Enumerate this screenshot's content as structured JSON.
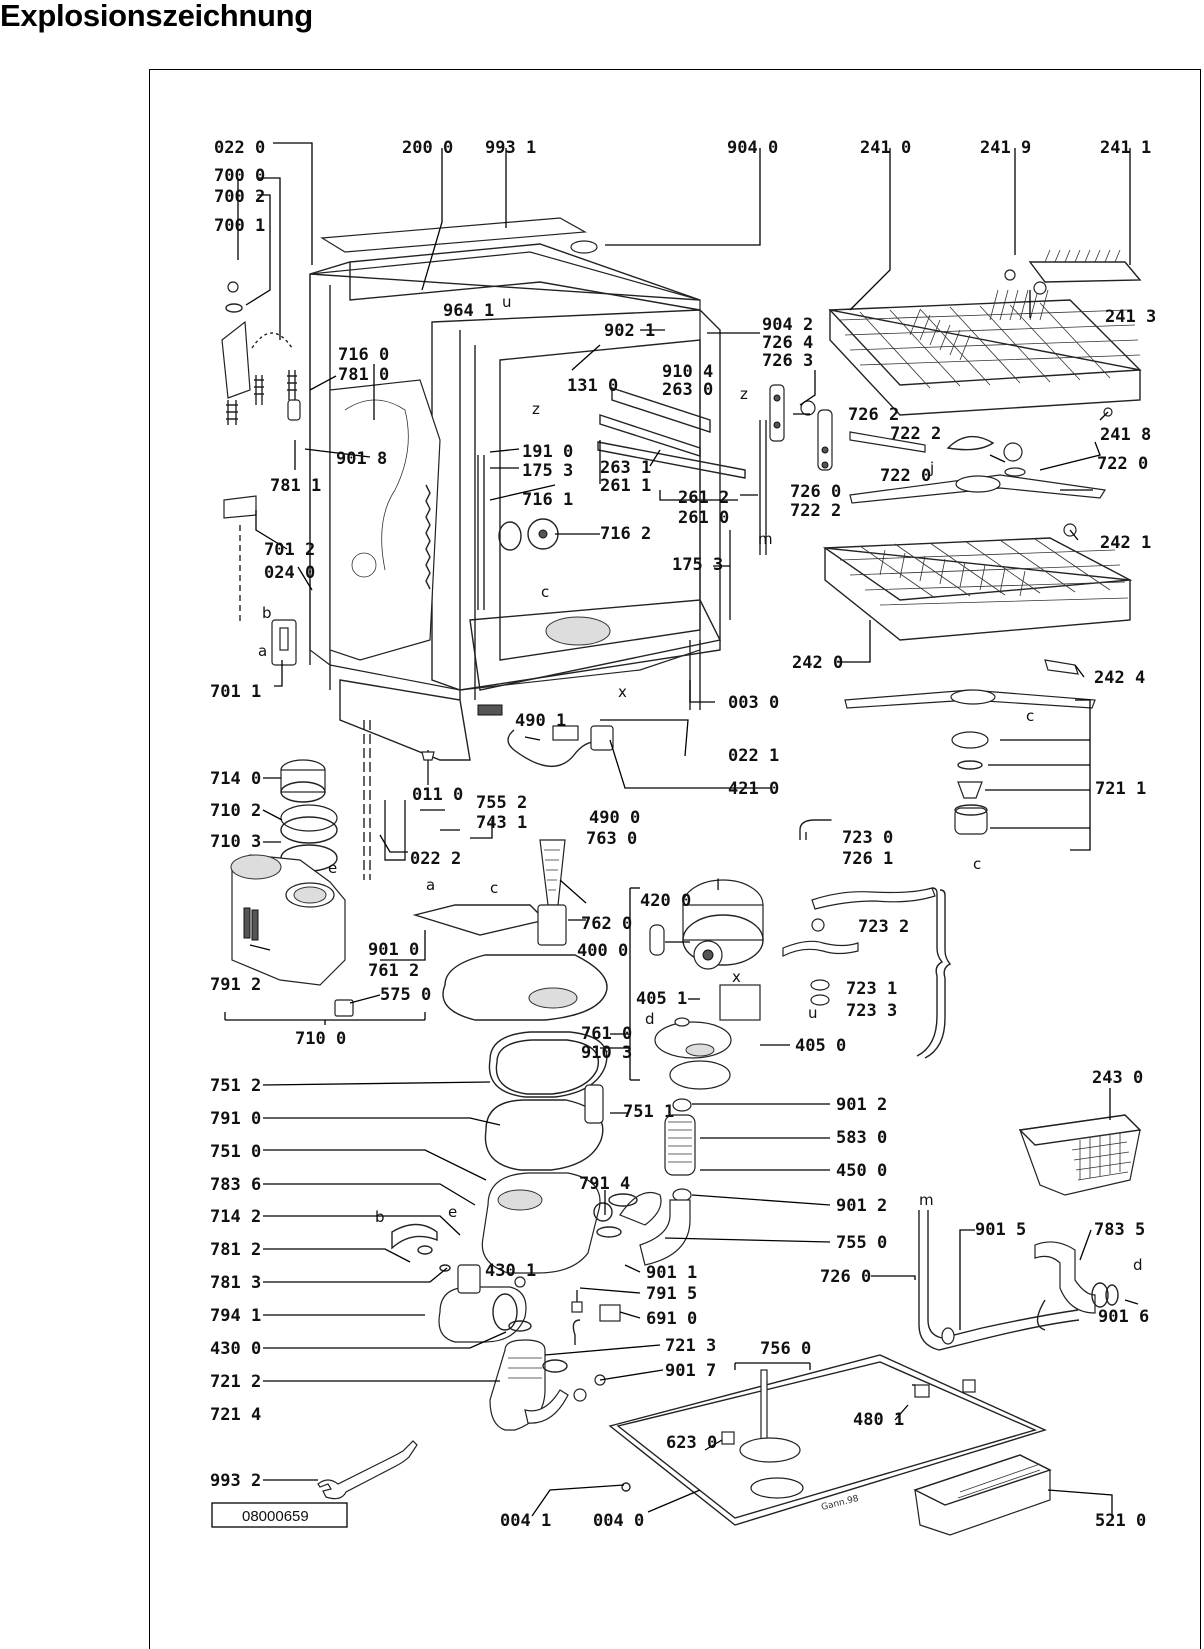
{
  "page_title": "Explosionszeichnung",
  "drawing_number": "08000659",
  "signature": "Gann.98",
  "assembly_labels": {
    "row_top": [
      "022 0",
      "200 0",
      "993 1",
      "904 0",
      "241 0",
      "241 9",
      "241 1"
    ],
    "left_column": [
      "700 0",
      "700 2",
      "700 1",
      "716 0",
      "781 0",
      "901 8",
      "781 1",
      "701 2",
      "024 0",
      "701 1"
    ],
    "cabinet": [
      "964 1",
      "902 1",
      "904 2",
      "726 4",
      "726 3",
      "910 4",
      "263 0",
      "131 0",
      "726 2",
      "722 2",
      "722 0",
      "722 0",
      "241 3",
      "241 8",
      "263 1",
      "261 1",
      "191 0",
      "175 3",
      "716 1",
      "716 2",
      "261 2",
      "261 0",
      "726 0",
      "722 2",
      "175 3",
      "242 1",
      "242 0",
      "242 4",
      "003 0",
      "022 1",
      "490 1",
      "421 0",
      "721 1",
      "714 0",
      "710 2",
      "710 3",
      "011 0",
      "022 2",
      "755 2",
      "743 1",
      "490 0",
      "763 0"
    ],
    "middle": [
      "723 0",
      "726 1",
      "723 2",
      "420 0",
      "400 0",
      "762 0",
      "901 0",
      "761 2",
      "791 2",
      "575 0",
      "710 0",
      "405 1",
      "723 1",
      "723 3",
      "761 0",
      "910 3",
      "405 0",
      "751 2",
      "791 0",
      "751 1",
      "901 2",
      "751 0",
      "583 0",
      "783 6",
      "450 0",
      "714 2",
      "791 4",
      "901 2",
      "781 2",
      "755 0",
      "781 3",
      "901 1",
      "794 1",
      "430 1",
      "791 5",
      "430 0",
      "691 0",
      "721 2",
      "721 3",
      "721 4",
      "901 7"
    ],
    "bottom_right": [
      "243 0",
      "901 5",
      "783 5",
      "726 0",
      "901 6",
      "756 0",
      "480 1",
      "623 0",
      "993 2",
      "004 1",
      "004 0",
      "521 0"
    ]
  },
  "letter_markers": [
    "u",
    "z",
    "z",
    "j",
    "m",
    "c",
    "x",
    "b",
    "a",
    "c",
    "e",
    "a",
    "c",
    "l",
    "x",
    "d",
    "u",
    "e",
    "b",
    "m",
    "d",
    "c"
  ]
}
